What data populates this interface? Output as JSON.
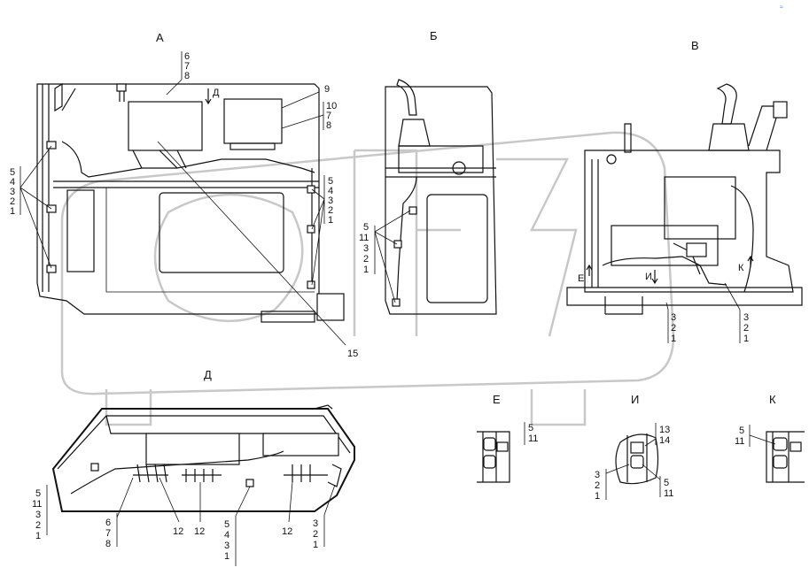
{
  "corner_mark": "≈",
  "views": {
    "a": "А",
    "b": "Б",
    "v": "В",
    "d": "Д",
    "e": "Е",
    "i": "И",
    "k": "К"
  },
  "arrows": {
    "d": "Д",
    "e": "Е",
    "i": "И",
    "k": "К"
  },
  "callouts": {
    "a_top": [
      "6",
      "7",
      "8"
    ],
    "a_nine": "9",
    "a_right": [
      "10",
      "7",
      "8"
    ],
    "a_left": [
      "5",
      "4",
      "3",
      "2",
      "1"
    ],
    "a_side": [
      "5",
      "4",
      "3",
      "2",
      "1"
    ],
    "a_fifteen": "15",
    "b_left": [
      "5",
      "11",
      "3",
      "2",
      "1"
    ],
    "v_mid": [
      "3",
      "2",
      "1"
    ],
    "v_right": [
      "3",
      "2",
      "1"
    ],
    "d_left": [
      "5",
      "11",
      "3",
      "2",
      "1"
    ],
    "d_678": [
      "6",
      "7",
      "8"
    ],
    "d_12a": "12",
    "d_12b": "12",
    "d_12c": "12",
    "d_mid": [
      "5",
      "4",
      "3",
      "1"
    ],
    "d_right": [
      "3",
      "2",
      "1"
    ],
    "e_nums": [
      "5",
      "11"
    ],
    "i_top": [
      "13",
      "14"
    ],
    "i_left": [
      "3",
      "2",
      "1"
    ],
    "i_right": [
      "5",
      "11"
    ],
    "k_nums": [
      "5",
      "11"
    ]
  }
}
